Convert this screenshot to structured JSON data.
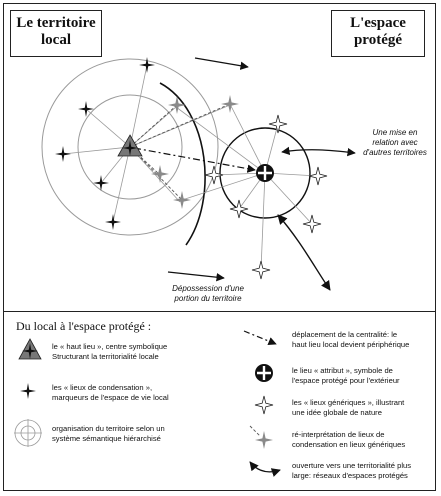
{
  "titles": {
    "left": [
      "Le territoire",
      "local"
    ],
    "right": [
      "L'espace",
      "protégé"
    ]
  },
  "annotations": {
    "relation": [
      "Une mise en",
      "relation avec",
      "d'autres territoires"
    ],
    "dispossession": [
      "Dépossession d'une",
      "portion du territoire"
    ]
  },
  "legend": {
    "title": "Du local à l'espace protégé :",
    "items": {
      "haut_lieu": [
        "le « haut lieu », centre symbolique",
        "Structurant la territorialité locale"
      ],
      "lieux_condensation": [
        "les « lieux de condensation »,",
        "marqueurs de l'espace de vie local"
      ],
      "organisation": [
        "organisation du territoire selon un",
        "système sémantique hiérarchisé"
      ],
      "deplacement": [
        "déplacement de la centralité: le",
        "haut lieu local devient périphérique"
      ],
      "attribut": [
        "le lieu « attribut », symbole de",
        "l'espace protégé pour l'extérieur"
      ],
      "lieux_generiques": [
        "les « lieux génériques », illustrant",
        "une idée globale de nature"
      ],
      "reinterpretation": [
        "ré-interprétation de lieux de",
        "condensation en lieux génériques"
      ],
      "ouverture": [
        "ouverture vers une territorialité plus",
        "large: réseaux d'espaces protégés"
      ]
    }
  },
  "colors": {
    "ink": "#111111",
    "gray_symbol": "#8a8a8a",
    "light_line": "#9a9a9a"
  }
}
